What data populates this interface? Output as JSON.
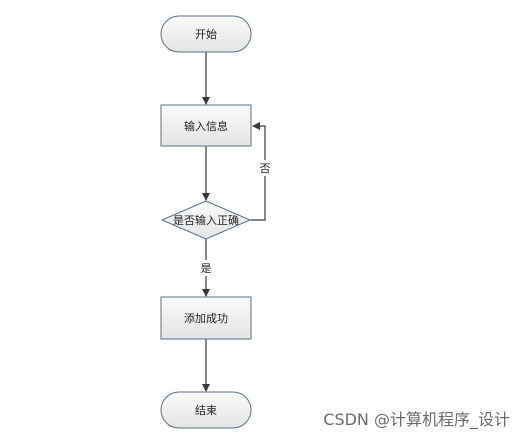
{
  "flowchart": {
    "start_label": "开始",
    "input_label": "输入信息",
    "decision_label": "是否输入正确",
    "success_label": "添加成功",
    "end_label": "结束",
    "yes_label": "是",
    "no_label": "否"
  },
  "watermark": {
    "text": "CSDN @计算机程序_设计"
  },
  "colors": {
    "node_fill": "#e6e6e6",
    "node_fill_light": "#fafafa",
    "stroke": "#5a6f86",
    "edge": "#3a3a3a"
  }
}
